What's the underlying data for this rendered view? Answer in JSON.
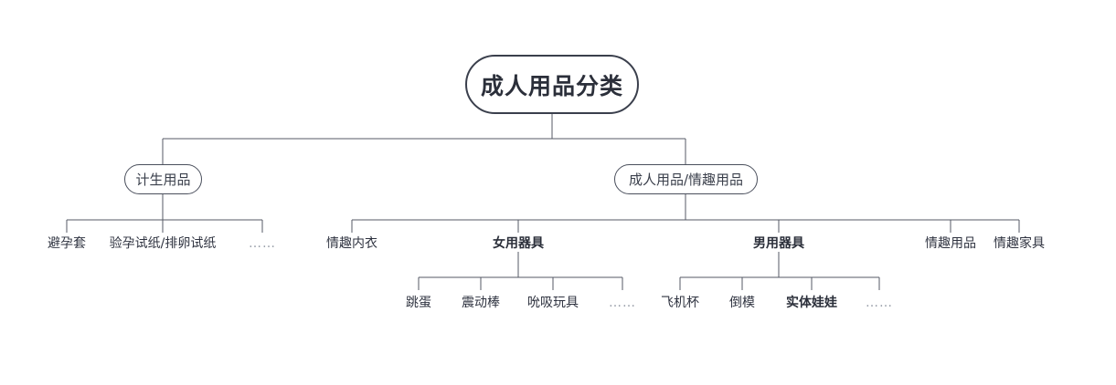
{
  "diagram": {
    "type": "tree",
    "title": "成人用品分类",
    "colors": {
      "background": "#ffffff",
      "node_border": "#3a3f4c",
      "branch_border": "#4a4f5c",
      "edge": "#555a66",
      "text": "#2f3340",
      "muted_text": "#9aa0aa"
    },
    "root": {
      "label": "成人用品分类"
    },
    "branches": [
      {
        "id": "family-planning",
        "label": "计生用品",
        "children": [
          {
            "id": "condom",
            "label": "避孕套"
          },
          {
            "id": "test-paper",
            "label": "验孕试纸/排卵试纸"
          },
          {
            "id": "fp-more",
            "label": "……"
          }
        ]
      },
      {
        "id": "adult-fun",
        "label": "成人用品/情趣用品",
        "children": [
          {
            "id": "lingerie",
            "label": "情趣内衣"
          },
          {
            "id": "female-device",
            "label": "女用器具",
            "children": [
              {
                "id": "jump-egg",
                "label": "跳蛋"
              },
              {
                "id": "vibrator",
                "label": "震动棒"
              },
              {
                "id": "suction-toy",
                "label": "吮吸玩具"
              },
              {
                "id": "female-more",
                "label": "……"
              }
            ]
          },
          {
            "id": "male-device",
            "label": "男用器具",
            "children": [
              {
                "id": "airplane-cup",
                "label": "飞机杯"
              },
              {
                "id": "mold",
                "label": "倒模"
              },
              {
                "id": "solid-doll",
                "label": "实体娃娃"
              },
              {
                "id": "male-more",
                "label": "……"
              }
            ]
          },
          {
            "id": "fun-goods",
            "label": "情趣用品"
          },
          {
            "id": "fun-furniture",
            "label": "情趣家具"
          }
        ]
      }
    ]
  }
}
